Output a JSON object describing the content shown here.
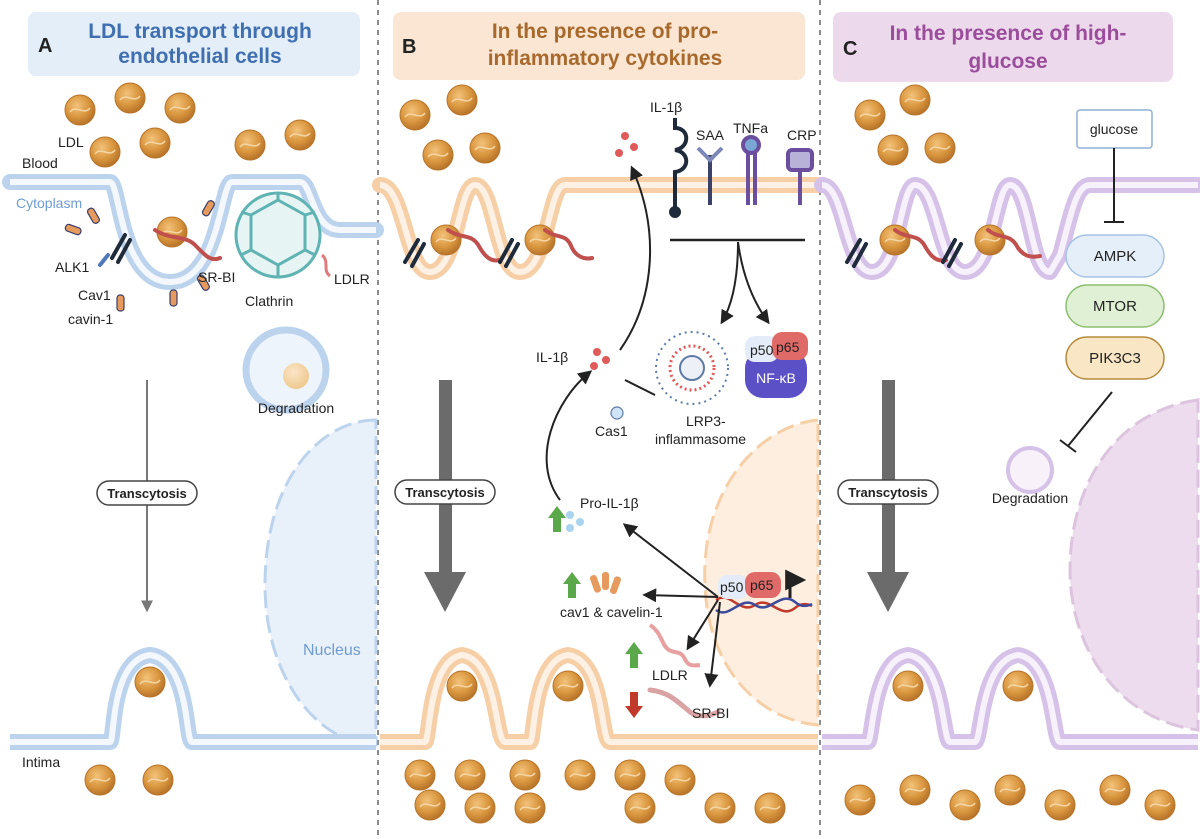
{
  "panels": [
    {
      "letter": "A",
      "title_lines": [
        "LDL transport through",
        "endothelial cells"
      ]
    },
    {
      "letter": "B",
      "title_lines": [
        "In the presence of pro-",
        "inflammatory cytokines"
      ]
    },
    {
      "letter": "C",
      "title_lines": [
        "In the presence of high-",
        "glucose"
      ]
    }
  ],
  "labels": {
    "ldl": "LDL",
    "blood": "Blood",
    "cytoplasm": "Cytoplasm",
    "alk1": "ALK1",
    "cav1": "Cav1",
    "cavin1": "cavin-1",
    "srbi_a": "SR-BI",
    "clathrin": "Clathrin",
    "ldlr_a": "LDLR",
    "degradation_a": "Degradation",
    "transcytosis_a": "Transcytosis",
    "nucleus": "Nucleus",
    "intima": "Intima",
    "il1b_top": "IL-1β",
    "saa": "SAA",
    "tnfa": "TNFa",
    "crp": "CRP",
    "il1b_mid": "IL-1β",
    "p50": "p50",
    "p65": "p65",
    "nfkb": "NF-κB",
    "cas1": "Cas1",
    "lrp3": "LRP3-",
    "inflammasome": "inflammasome",
    "transcytosis_b": "Transcytosis",
    "pro_il1b": "Pro-IL-1β",
    "cav1_cavelin": "cav1 & cavelin-1",
    "p50_dna": "p50",
    "p65_dna": "p65",
    "ldlr_b": "LDLR",
    "srbi_b": "SR-BI",
    "glucose": "glucose",
    "ampk": "AMPK",
    "mtor": "MTOR",
    "pik3c3": "PIK3C3",
    "transcytosis_c": "Transcytosis",
    "degradation_c": "Degradation"
  },
  "colors": {
    "panel_a_title_bg": "#e3eef9",
    "panel_a_title_text": "#3f6fb0",
    "panel_b_title_bg": "#fbe5d3",
    "panel_b_title_text": "#a86a2c",
    "panel_c_title_bg": "#ecd9ec",
    "panel_c_title_text": "#9b4d9b",
    "membrane_a": "#bcd3ee",
    "membrane_b": "#f6cfa6",
    "membrane_c": "#d6c2e8",
    "ldl": "#d9963e",
    "nfkb": "#5b50c6",
    "p65": "#e06a68",
    "ampk_bg": "#e5effa",
    "mtor_bg": "#dff0d5",
    "pik3c3_bg": "#f8e6c4",
    "up_arrow": "#5aa84a",
    "down_arrow": "#c0392b"
  }
}
